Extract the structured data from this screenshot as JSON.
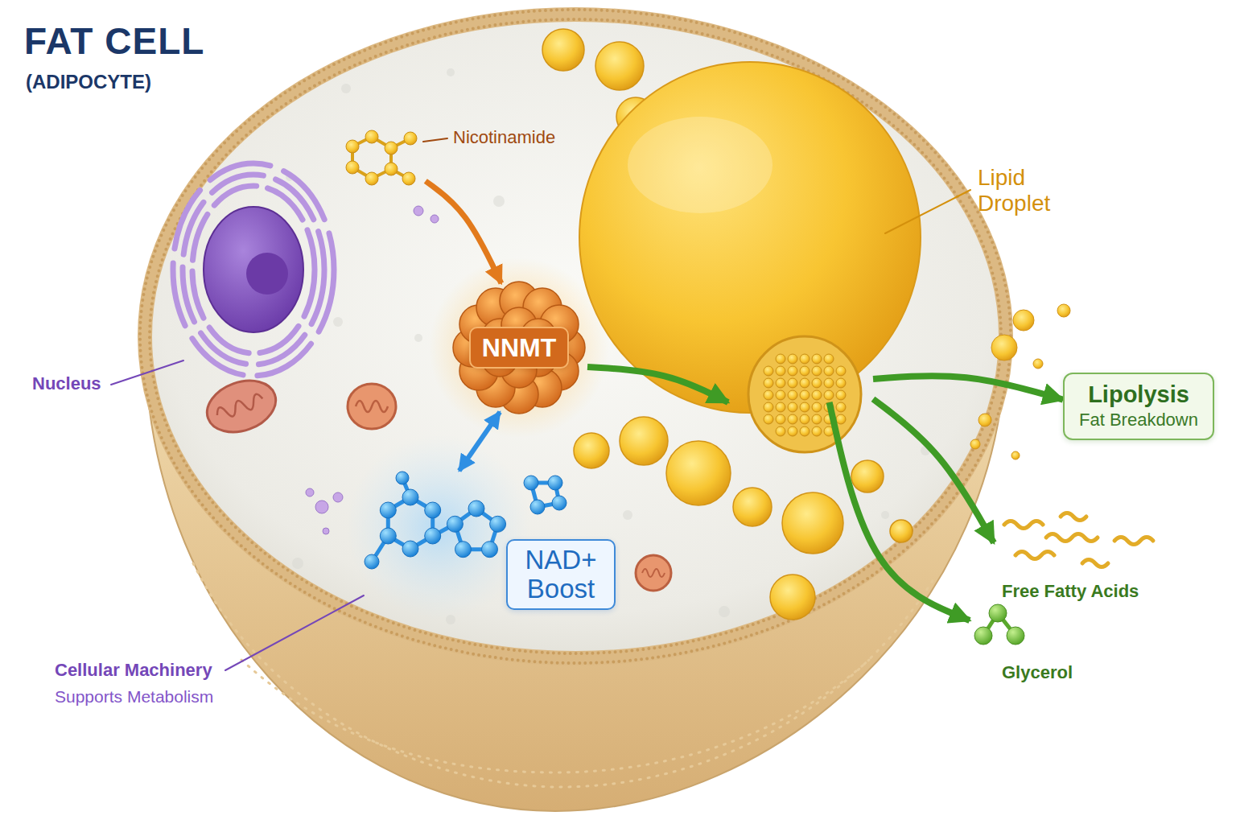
{
  "diagram": {
    "title": "FAT CELL",
    "nodes": [
      {
        "text": [
          "Nicotinamide"
        ]
      },
      {
        "text": [
          "NNMT"
        ]
      },
      {
        "text": [
          "NAD+ Boost"
        ]
      },
      {
        "text": [
          "Lipid Droplet"
        ]
      },
      {
        "text": [
          "Lipolysis",
          "Fat Breakdown"
        ]
      },
      {
        "text": [
          "Free Fatty Acids"
        ]
      },
      {
        "text": [
          "Glycerol"
        ]
      }
    ],
    "edges": [
      {
        "from": 0,
        "to": 1,
        "arrow": "to"
      },
      {
        "from": 1,
        "to": 2,
        "arrow": "both"
      },
      {
        "from": 1,
        "to": 3,
        "arrow": "to"
      },
      {
        "from": 3,
        "to": 4,
        "arrow": "to"
      },
      {
        "from": 3,
        "to": 5,
        "arrow": "to"
      },
      {
        "from": 3,
        "to": 6,
        "arrow": "to"
      }
    ],
    "labels": [
      "(ADIPOCYTE)",
      "Nucleus",
      "Cellular Machinery",
      "Supports Metabolism"
    ]
  }
}
